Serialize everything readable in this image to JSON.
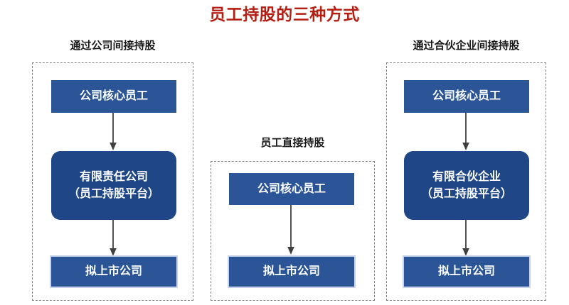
{
  "title": "员工持股的三种方式",
  "theme": {
    "title_color": "#B51F13",
    "box_blue": "#2B5597",
    "box_navy": "#1F4788",
    "box_border_light": "#C6D3E8",
    "dashed_border": "#808080",
    "arrow_color": "#404040",
    "background": "#FFFFFF",
    "text_on_box": "#FFFFFF",
    "header_text": "#1A1A1A"
  },
  "columns": [
    {
      "key": "indirect_via_company",
      "header": "通过公司间接持股",
      "nodes": [
        {
          "key": "core_staff",
          "label": "公司核心员工",
          "shape": "rect"
        },
        {
          "key": "platform",
          "label_line1": "有限责任公司",
          "label_line2": "（员工持股平台）",
          "shape": "rounded"
        },
        {
          "key": "listco",
          "label": "拟上市公司",
          "shape": "bordered"
        }
      ],
      "arrows": [
        {
          "from": "core_staff",
          "to": "platform"
        },
        {
          "from": "platform",
          "to": "listco"
        }
      ]
    },
    {
      "key": "direct_holding",
      "header": "员工直接持股",
      "nodes": [
        {
          "key": "core_staff",
          "label": "公司核心员工",
          "shape": "rect"
        },
        {
          "key": "listco",
          "label": "拟上市公司",
          "shape": "bordered"
        }
      ],
      "arrows": [
        {
          "from": "core_staff",
          "to": "listco"
        }
      ]
    },
    {
      "key": "indirect_via_partnership",
      "header": "通过合伙企业间接持股",
      "nodes": [
        {
          "key": "core_staff",
          "label": "公司核心员工",
          "shape": "rect"
        },
        {
          "key": "platform",
          "label_line1": "有限合伙企业",
          "label_line2": "（员工持股平台）",
          "shape": "rounded"
        },
        {
          "key": "listco",
          "label": "拟上市公司",
          "shape": "bordered"
        }
      ],
      "arrows": [
        {
          "from": "core_staff",
          "to": "platform"
        },
        {
          "from": "platform",
          "to": "listco"
        }
      ]
    }
  ]
}
